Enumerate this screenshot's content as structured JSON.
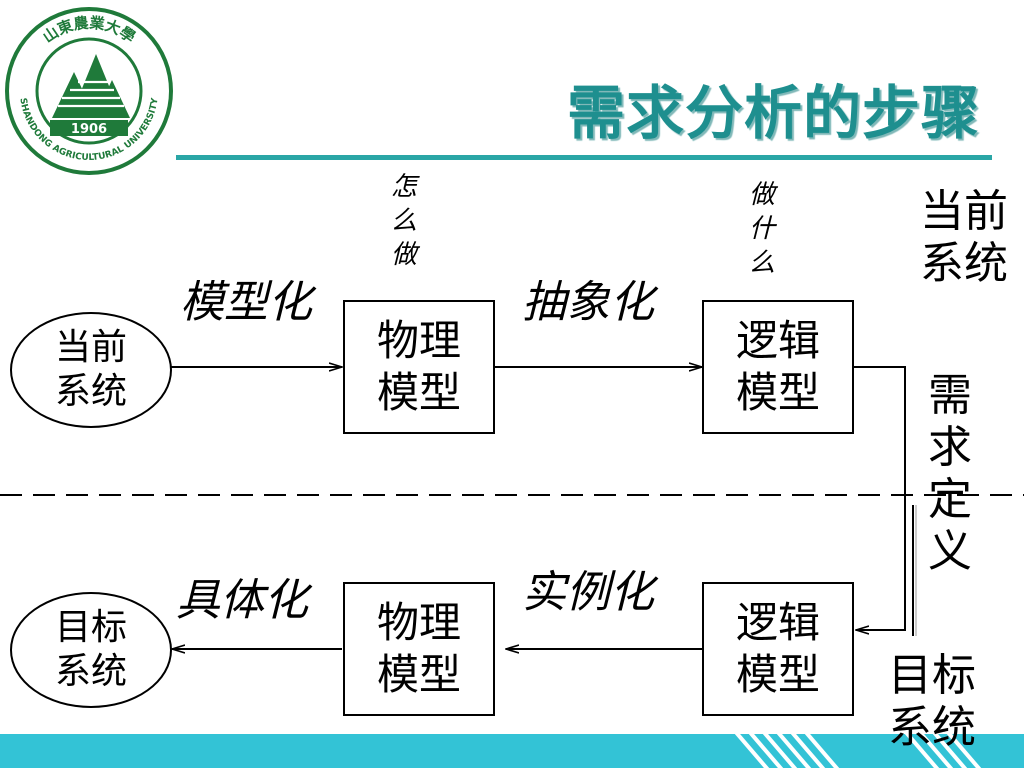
{
  "logo": {
    "arc_text_top": "山東農業大學",
    "arc_text_bottom": "SHANDONG AGRICULTURAL UNIVERSITY",
    "year": "1906",
    "colors": {
      "primary": "#1f7a3a",
      "ring": "#2a8a4a"
    }
  },
  "title": "需求分析的步骤",
  "top_row": {
    "circle_line1": "当前",
    "circle_line2": "系统",
    "label_left": "模型化",
    "physical_line1": "物理",
    "physical_line2": "模型",
    "label_mid": "抽象化",
    "logical_line1": "逻辑",
    "logical_line2": "模型",
    "how_note": [
      "怎",
      "么",
      "做"
    ],
    "what_note": [
      "做",
      "什",
      "么"
    ]
  },
  "bottom_row": {
    "circle_line1": "目标",
    "circle_line2": "系统",
    "label_left": "具体化",
    "physical_line1": "物理",
    "physical_line2": "模型",
    "label_mid": "实例化",
    "logical_line1": "逻辑",
    "logical_line2": "模型"
  },
  "side": {
    "current_line1": "当前",
    "current_line2": "系统",
    "requirement_chars": [
      "需",
      "求",
      "定",
      "义"
    ],
    "target_line1": "目标",
    "target_line2": "系统"
  },
  "colors": {
    "title": "#1e8f8f",
    "rule": "#2aa6a6",
    "footer": "#33c3d6"
  }
}
